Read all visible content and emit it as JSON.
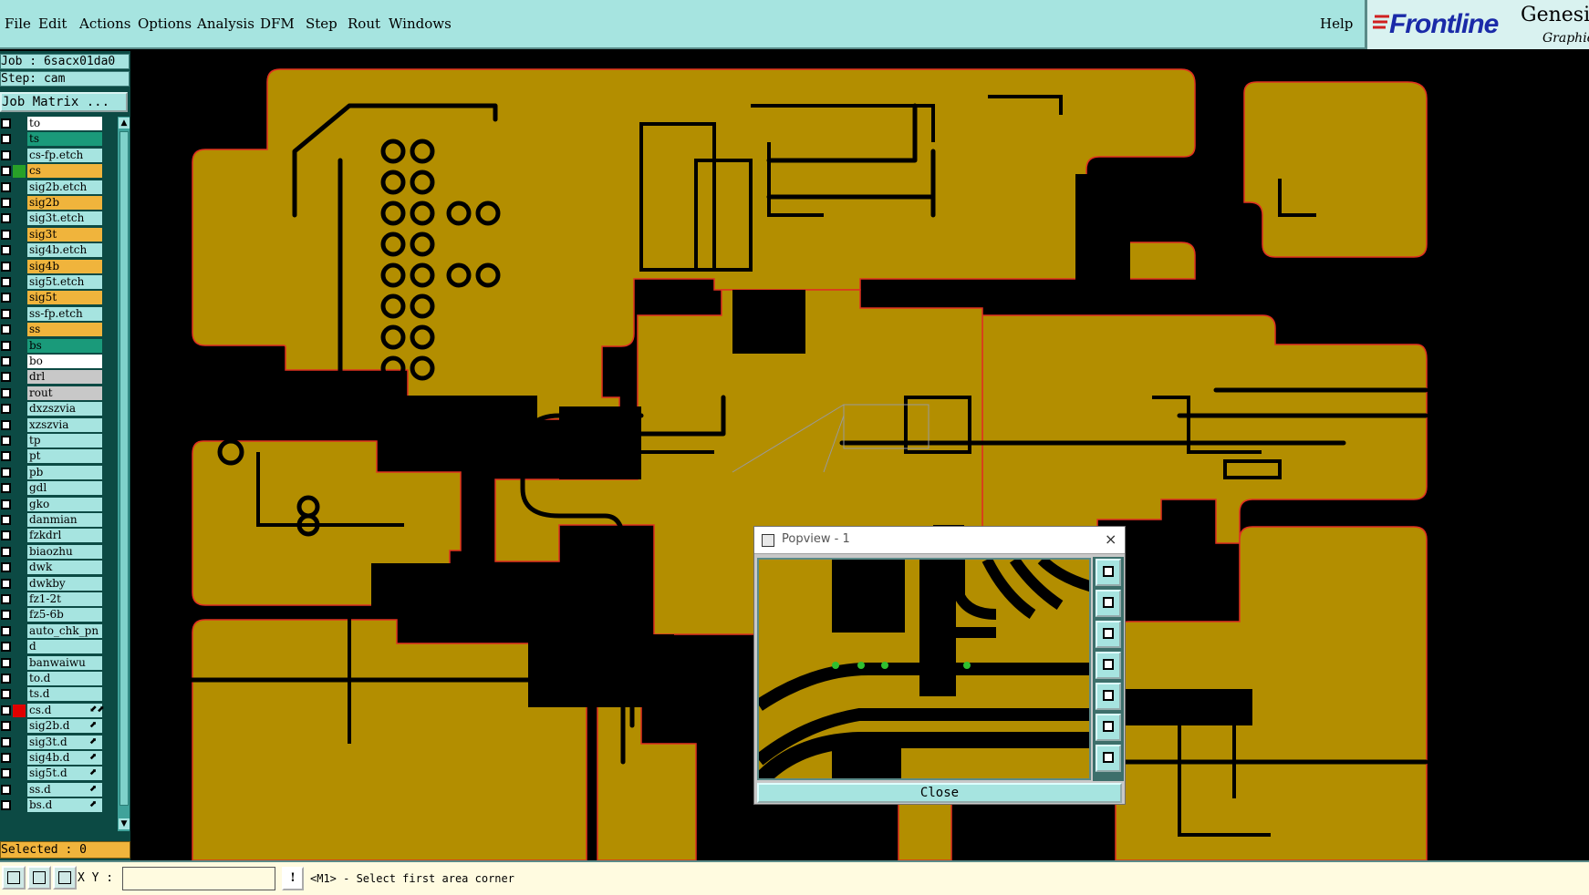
{
  "menubar": {
    "items": [
      {
        "label": "File",
        "name": "menu-file"
      },
      {
        "label": "Edit",
        "name": "menu-edit"
      },
      {
        "label": "Actions",
        "name": "menu-actions"
      },
      {
        "label": "Options",
        "name": "menu-options"
      },
      {
        "label": "Analysis",
        "name": "menu-analysis"
      },
      {
        "label": "DFM",
        "name": "menu-dfm"
      },
      {
        "label": "Step",
        "name": "menu-step"
      },
      {
        "label": "Rout",
        "name": "menu-rout"
      },
      {
        "label": "Windows",
        "name": "menu-windows"
      }
    ],
    "help": "Help"
  },
  "brand": {
    "logo": "Frontline",
    "product": "Genesis",
    "subtitle": "Graphic E"
  },
  "leftpanel": {
    "job": "Job : 6sacx01da0",
    "step": "Step: cam",
    "job_matrix": "Job Matrix ...",
    "selected": "Selected : 0"
  },
  "layers": [
    {
      "label": "to",
      "color": "#ffffff",
      "mark": ""
    },
    {
      "label": "ts",
      "color": "#1a9a7a",
      "mark": ""
    },
    {
      "label": "cs-fp.etch",
      "color": "#a6e4e0",
      "mark": ""
    },
    {
      "label": "cs",
      "color": "#f0b43c",
      "mark": "#28a028"
    },
    {
      "label": "sig2b.etch",
      "color": "#a6e4e0",
      "mark": ""
    },
    {
      "label": "sig2b",
      "color": "#f0b43c",
      "mark": ""
    },
    {
      "label": "sig3t.etch",
      "color": "#a6e4e0",
      "mark": ""
    },
    {
      "label": "sig3t",
      "color": "#f0b43c",
      "mark": ""
    },
    {
      "label": "sig4b.etch",
      "color": "#a6e4e0",
      "mark": ""
    },
    {
      "label": "sig4b",
      "color": "#f0b43c",
      "mark": ""
    },
    {
      "label": "sig5t.etch",
      "color": "#a6e4e0",
      "mark": ""
    },
    {
      "label": "sig5t",
      "color": "#f0b43c",
      "mark": ""
    },
    {
      "label": "ss-fp.etch",
      "color": "#a6e4e0",
      "mark": ""
    },
    {
      "label": "ss",
      "color": "#f0b43c",
      "mark": ""
    },
    {
      "label": "bs",
      "color": "#1a9a7a",
      "mark": ""
    },
    {
      "label": "bo",
      "color": "#ffffff",
      "mark": ""
    },
    {
      "label": "drl",
      "color": "#c8c8c8",
      "mark": ""
    },
    {
      "label": "rout",
      "color": "#c8c8c8",
      "mark": ""
    },
    {
      "label": "dxzszvia",
      "color": "#a6e4e0",
      "mark": ""
    },
    {
      "label": "xzszvia",
      "color": "#a6e4e0",
      "mark": ""
    },
    {
      "label": "tp",
      "color": "#a6e4e0",
      "mark": ""
    },
    {
      "label": "pt",
      "color": "#a6e4e0",
      "mark": ""
    },
    {
      "label": "pb",
      "color": "#a6e4e0",
      "mark": ""
    },
    {
      "label": "gdl",
      "color": "#a6e4e0",
      "mark": ""
    },
    {
      "label": "gko",
      "color": "#a6e4e0",
      "mark": ""
    },
    {
      "label": "danmian",
      "color": "#a6e4e0",
      "mark": ""
    },
    {
      "label": "fzkdrl",
      "color": "#a6e4e0",
      "mark": ""
    },
    {
      "label": "biaozhu",
      "color": "#a6e4e0",
      "mark": ""
    },
    {
      "label": "dwk",
      "color": "#a6e4e0",
      "mark": ""
    },
    {
      "label": "dwkby",
      "color": "#a6e4e0",
      "mark": ""
    },
    {
      "label": "fz1-2t",
      "color": "#a6e4e0",
      "mark": ""
    },
    {
      "label": "fz5-6b",
      "color": "#a6e4e0",
      "mark": ""
    },
    {
      "label": "auto_chk_pn",
      "color": "#a6e4e0",
      "mark": ""
    },
    {
      "label": "d",
      "color": "#a6e4e0",
      "mark": ""
    },
    {
      "label": "banwaiwu",
      "color": "#a6e4e0",
      "mark": ""
    },
    {
      "label": "to.d",
      "color": "#a6e4e0",
      "mark": ""
    },
    {
      "label": "ts.d",
      "color": "#a6e4e0",
      "mark": ""
    },
    {
      "label": "cs.d",
      "color": "#a6e4e0",
      "mark": "#e00000",
      "arrow": "⬋⬈"
    },
    {
      "label": "sig2b.d",
      "color": "#a6e4e0",
      "mark": "",
      "arrow": "⬈"
    },
    {
      "label": "sig3t.d",
      "color": "#a6e4e0",
      "mark": "",
      "arrow": "⬈"
    },
    {
      "label": "sig4b.d",
      "color": "#a6e4e0",
      "mark": "",
      "arrow": "⬈"
    },
    {
      "label": "sig5t.d",
      "color": "#a6e4e0",
      "mark": "",
      "arrow": "⬈"
    },
    {
      "label": "ss.d",
      "color": "#a6e4e0",
      "mark": "",
      "arrow": "⬈"
    },
    {
      "label": "bs.d",
      "color": "#a6e4e0",
      "mark": "",
      "arrow": "⬈"
    }
  ],
  "popview": {
    "title": "Popview - 1",
    "close_label": "Close",
    "close_icon": "×",
    "tools": [
      "zoom-fit-icon",
      "pan-up-icon",
      "pan-down-icon",
      "pan-left-icon",
      "pan-right-icon",
      "zoom-in-icon",
      "zoom-out-icon"
    ]
  },
  "statusbar": {
    "xy_label": "X Y :",
    "xy_value": "",
    "warn_label": "!",
    "message": "<M1> - Select first area corner"
  },
  "colors": {
    "copper": "#b38e00",
    "board_outline": "#e03020",
    "panel_bg": "#a6e4e0",
    "dark_bg": "#0c4a44"
  }
}
